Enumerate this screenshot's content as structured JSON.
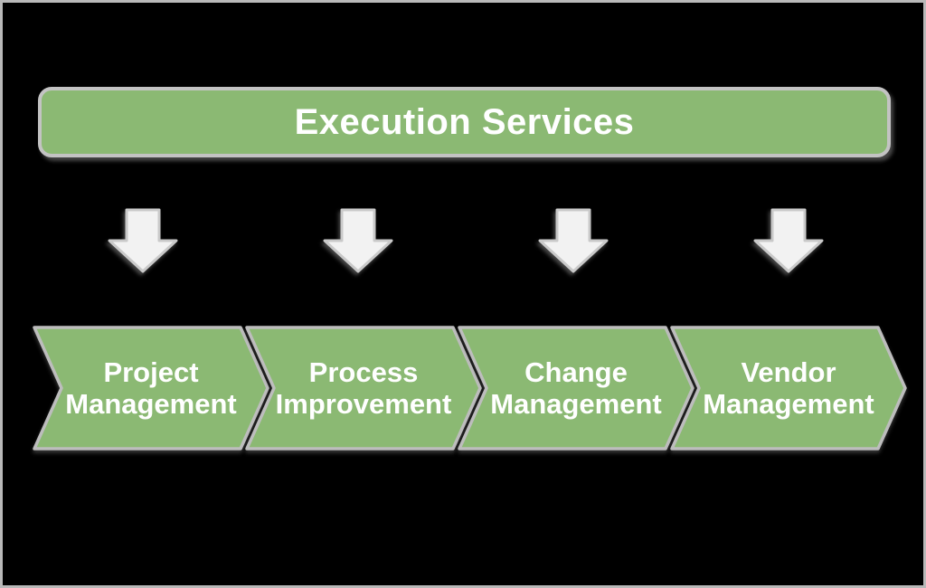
{
  "frame": {
    "background_color": "#000000",
    "border_color": "#b9b9b9"
  },
  "banner": {
    "label": "Execution Services",
    "fill_color": "#8BB973",
    "border_color": "#c3c3c3",
    "text_color": "#ffffff"
  },
  "arrows": {
    "direction": "down",
    "count": 4,
    "fill_color": "#F2F2F2",
    "border_color": "#C9C9C9"
  },
  "chevrons": {
    "fill_color": "#8BB973",
    "border_color": "#BDBDBD",
    "text_color": "#ffffff",
    "items": [
      {
        "line1": "Project",
        "line2": "Management"
      },
      {
        "line1": "Process",
        "line2": "Improvement"
      },
      {
        "line1": "Change",
        "line2": "Management"
      },
      {
        "line1": "Vendor",
        "line2": "Management"
      }
    ]
  }
}
